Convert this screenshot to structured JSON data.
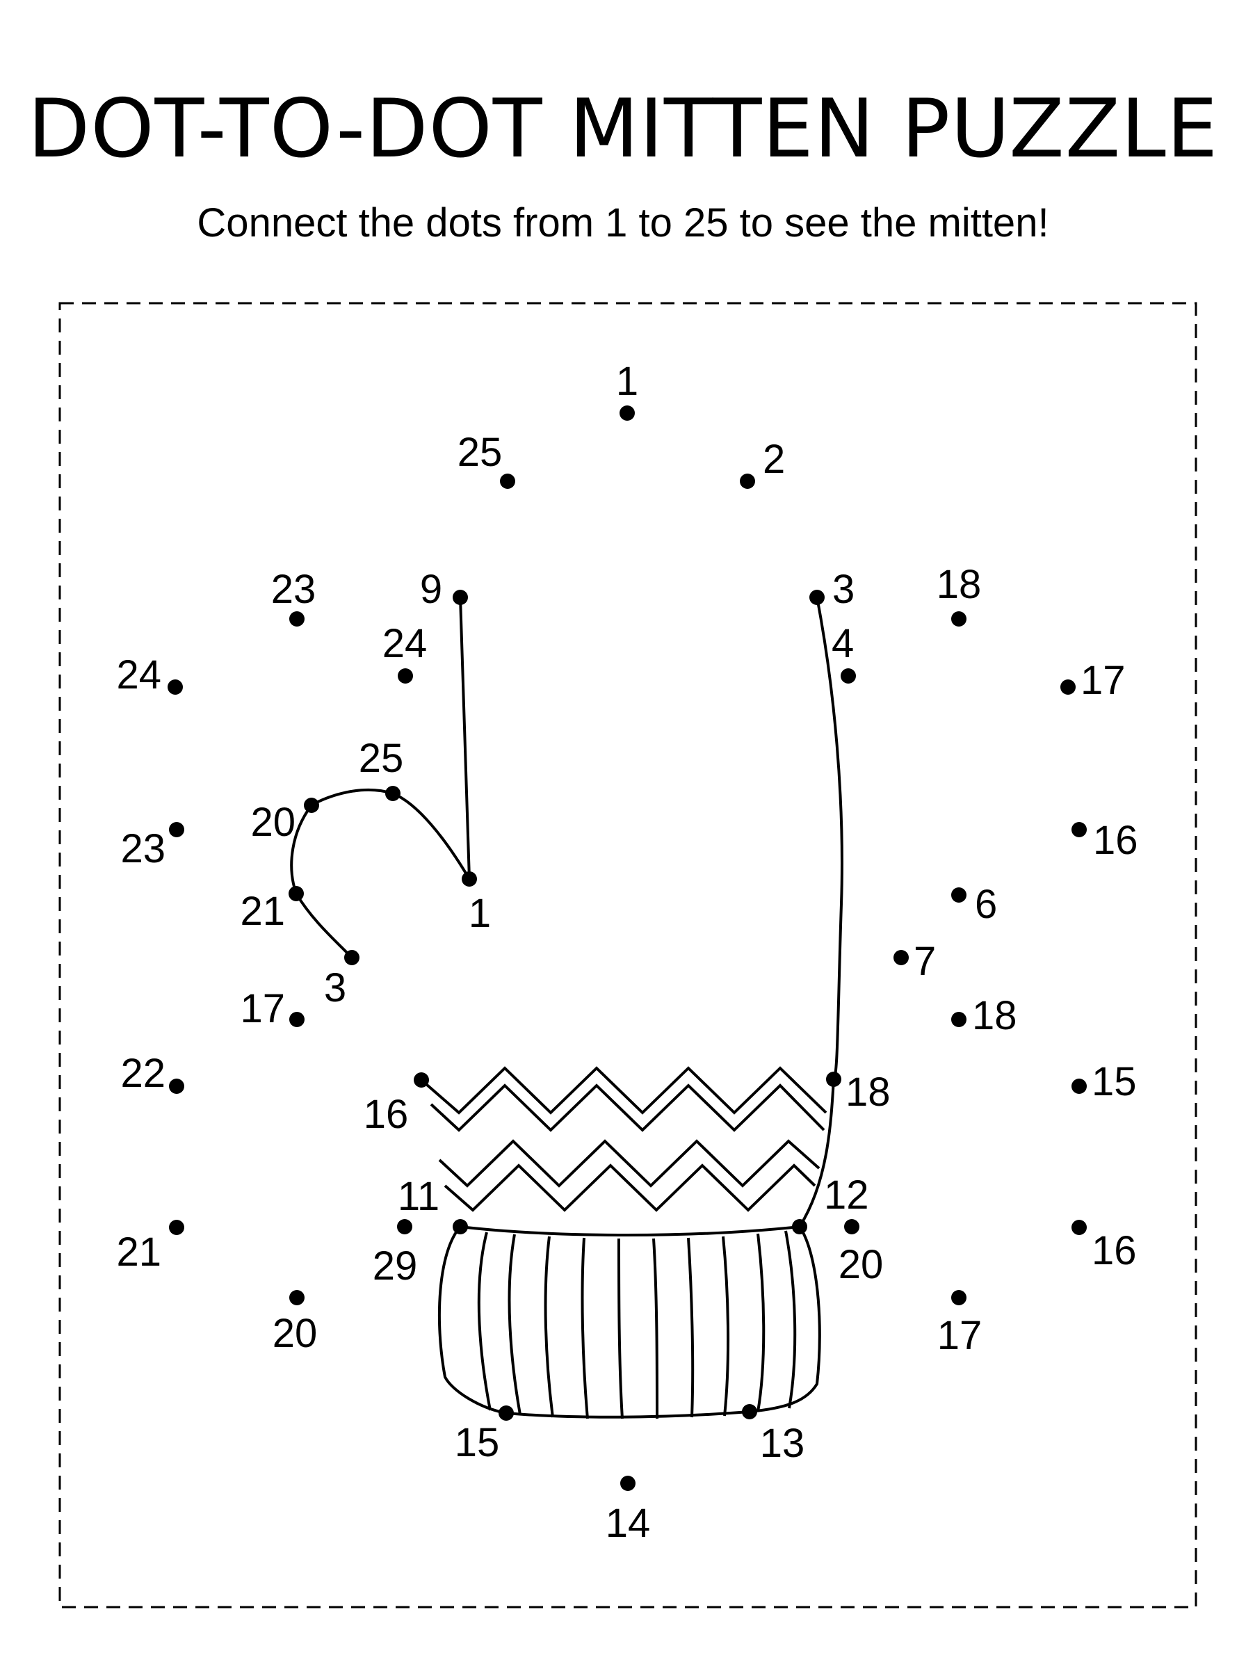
{
  "title": "DOT-TO-DOT MITTEN PUZZLE",
  "subtitle": "Connect the dots from 1 to 25 to see the mitten!",
  "colors": {
    "ink": "#000000",
    "paper": "#ffffff"
  },
  "dots": [
    {
      "id": "outer-1",
      "label": "1"
    },
    {
      "id": "outer-2",
      "label": "2"
    },
    {
      "id": "outer-25",
      "label": "25"
    },
    {
      "id": "outer-23a",
      "label": "23"
    },
    {
      "id": "inner-9",
      "label": "9"
    },
    {
      "id": "inner-3",
      "label": "3"
    },
    {
      "id": "outer-18a",
      "label": "18"
    },
    {
      "id": "inner-24",
      "label": "24"
    },
    {
      "id": "outer-24",
      "label": "24"
    },
    {
      "id": "inner-4",
      "label": "4"
    },
    {
      "id": "outer-17a",
      "label": "17"
    },
    {
      "id": "thumb-25",
      "label": "25"
    },
    {
      "id": "thumb-20",
      "label": "20"
    },
    {
      "id": "outer-23b",
      "label": "23"
    },
    {
      "id": "outer-16a",
      "label": "16"
    },
    {
      "id": "thumb-1",
      "label": "1"
    },
    {
      "id": "thumb-21",
      "label": "21"
    },
    {
      "id": "inner-6",
      "label": "6"
    },
    {
      "id": "inner-7",
      "label": "7"
    },
    {
      "id": "thumb-3",
      "label": "3"
    },
    {
      "id": "thumb-17",
      "label": "17"
    },
    {
      "id": "inner-18b",
      "label": "18"
    },
    {
      "id": "outer-22",
      "label": "22"
    },
    {
      "id": "cuff-16",
      "label": "16"
    },
    {
      "id": "cuff-18",
      "label": "18"
    },
    {
      "id": "outer-15a",
      "label": "15"
    },
    {
      "id": "cuff-11",
      "label": "11"
    },
    {
      "id": "cuff-12",
      "label": "12"
    },
    {
      "id": "outer-21",
      "label": "21"
    },
    {
      "id": "cuff-29",
      "label": "29"
    },
    {
      "id": "cuff-20a",
      "label": "20"
    },
    {
      "id": "outer-16b",
      "label": "16"
    },
    {
      "id": "outer-20",
      "label": "20"
    },
    {
      "id": "outer-17b",
      "label": "17"
    },
    {
      "id": "cuff-15",
      "label": "15"
    },
    {
      "id": "cuff-13",
      "label": "13"
    },
    {
      "id": "outer-14",
      "label": "14"
    }
  ]
}
